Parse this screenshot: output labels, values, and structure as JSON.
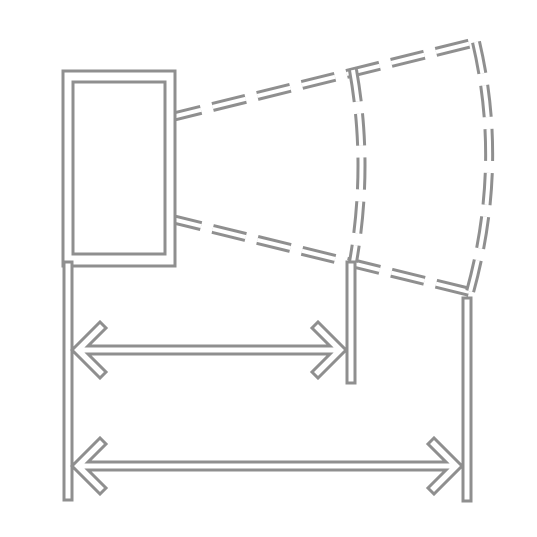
{
  "colors": {
    "stroke": "#8f8f8f",
    "fill": "#ffffff",
    "background": "#ffffff"
  },
  "icons": {
    "device": "sensor-device-icon",
    "beam": "dashed-detection-beam",
    "near_range": "near-range-arrow",
    "far_range": "far-range-arrow"
  }
}
